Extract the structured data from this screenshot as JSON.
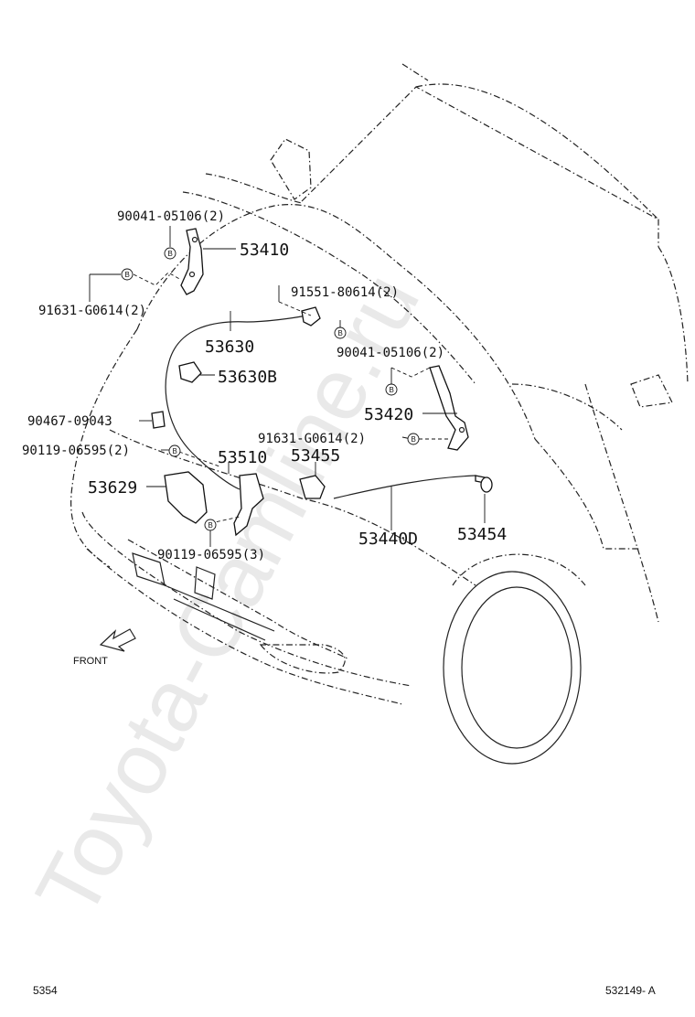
{
  "watermark": "Toyota-Camline.ru",
  "front_label": "FRONT",
  "bolt_marker": "B",
  "parts": [
    {
      "id": "p-90041-05106-a",
      "number": "90041-05106(2)"
    },
    {
      "id": "p-53410",
      "number": "53410"
    },
    {
      "id": "p-91631-g0614-a",
      "number": "91631-G0614(2)"
    },
    {
      "id": "p-91551-80614",
      "number": "91551-80614(2)"
    },
    {
      "id": "p-53630",
      "number": "53630"
    },
    {
      "id": "p-90041-05106-b",
      "number": "90041-05106(2)"
    },
    {
      "id": "p-53630b",
      "number": "53630B"
    },
    {
      "id": "p-53420",
      "number": "53420"
    },
    {
      "id": "p-90467-09043",
      "number": "90467-09043"
    },
    {
      "id": "p-91631-g0614-b",
      "number": "91631-G0614(2)"
    },
    {
      "id": "p-90119-06595-a",
      "number": "90119-06595(2)"
    },
    {
      "id": "p-53510",
      "number": "53510"
    },
    {
      "id": "p-53455",
      "number": "53455"
    },
    {
      "id": "p-53629",
      "number": "53629"
    },
    {
      "id": "p-53440d",
      "number": "53440D"
    },
    {
      "id": "p-53454",
      "number": "53454"
    },
    {
      "id": "p-90119-06595-b",
      "number": "90119-06595(3)"
    }
  ],
  "footer": {
    "page_code": "5354",
    "diagram_code": "532149- A"
  }
}
